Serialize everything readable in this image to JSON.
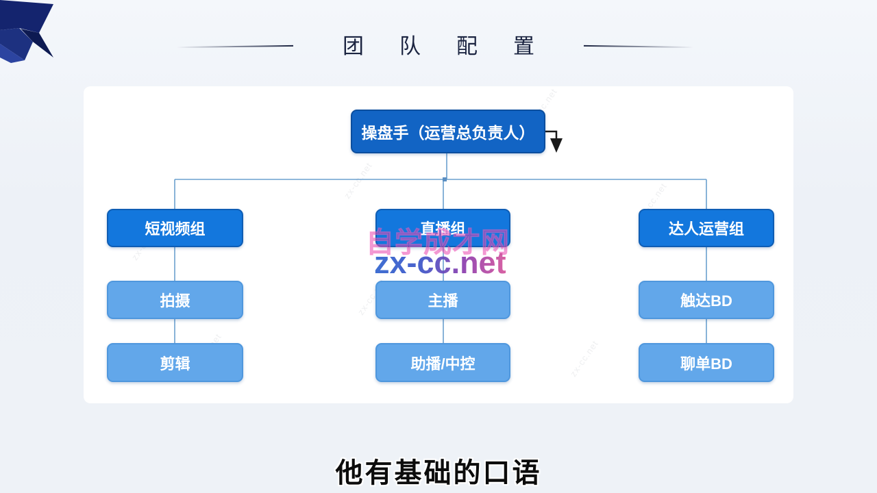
{
  "slide": {
    "title": "团队配置",
    "caption": "他有基础的口语"
  },
  "org_chart": {
    "root_label": "操盘手（运营总负责人）",
    "groups": [
      {
        "label": "短视频组",
        "children": [
          {
            "label": "拍摄"
          },
          {
            "label": "剪辑"
          }
        ]
      },
      {
        "label": "直播组",
        "children": [
          {
            "label": "主播"
          },
          {
            "label": "助播/中控"
          }
        ]
      },
      {
        "label": "达人运营组",
        "children": [
          {
            "label": "触达BD"
          },
          {
            "label": "聊单BD"
          }
        ]
      }
    ]
  },
  "watermark": {
    "site_name": "自学成才网",
    "site_url": "zx-cc.net"
  },
  "colors": {
    "root_box": "#1264c4",
    "group_box": "#1377dd",
    "child_box": "#62a7ea",
    "connector_line": "#6ba0cf",
    "title_text": "#1b2440",
    "arrow": "#1a1a1a",
    "watermark_name": "#d6269e",
    "watermark_url_start": "#2f63cf",
    "watermark_url_end": "#d6559c"
  }
}
